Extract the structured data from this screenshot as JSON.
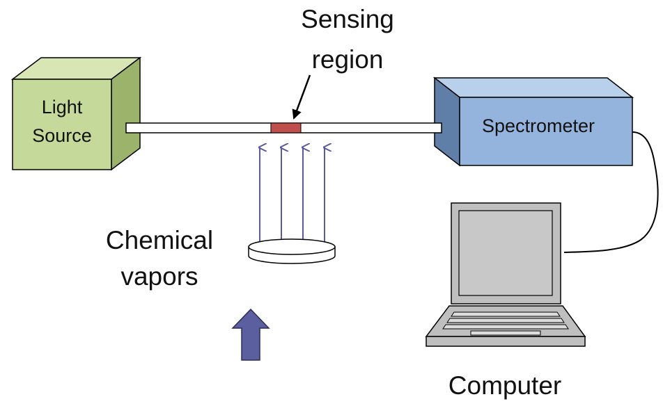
{
  "labels": {
    "sensing_region": [
      "Sensing",
      "region"
    ],
    "light_source": [
      "Light",
      "Source"
    ],
    "spectrometer": "Spectrometer",
    "chemical_vapors": [
      "Chemical",
      "vapors"
    ],
    "computer": "Computer"
  },
  "colors": {
    "light_source_front": "#c5d99a",
    "light_source_top": "#d7e6b4",
    "light_source_side": "#9bb36a",
    "spectrometer_front": "#94b4dd",
    "spectrometer_top": "#b9d0ec",
    "spectrometer_side": "#5f7fa8",
    "sensing_region": "#c0504d",
    "vapor_arrows": "#5b5b9b",
    "big_arrow": "#5b5fa0",
    "laptop_body": "#bfbfbf",
    "laptop_screen": "#c8c8c8",
    "outline": "#000000"
  },
  "diagram": {
    "vapor_arrow_count": 4
  }
}
